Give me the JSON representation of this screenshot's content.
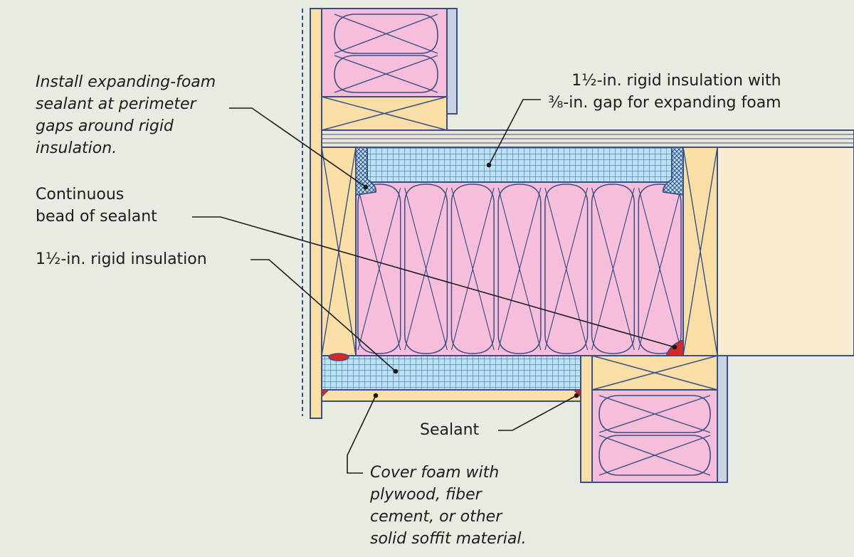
{
  "labels": {
    "foam_sealant": "Install expanding-foam\nsealant at perimeter\ngaps around rigid\ninsulation.",
    "rigid_top": "1½-in. rigid insulation with\n⅜-in. gap for expanding foam",
    "bead": "Continuous\nbead of sealant",
    "rigid_bottom": "1½-in. rigid insulation",
    "sealant": "Sealant",
    "cover": "Cover foam with\nplywood, fiber\ncement, or other\nsolid soffit material."
  },
  "colors": {
    "background": "#e8ebe1",
    "batt_insulation": "#f7bedb",
    "lumber": "#f9dfa6",
    "rigid_foam": "#b7e3f3",
    "outline": "#3a4f85",
    "sealant": "#d62828",
    "siding": "#c9d2e0",
    "drywall": "#f9ebcf"
  }
}
